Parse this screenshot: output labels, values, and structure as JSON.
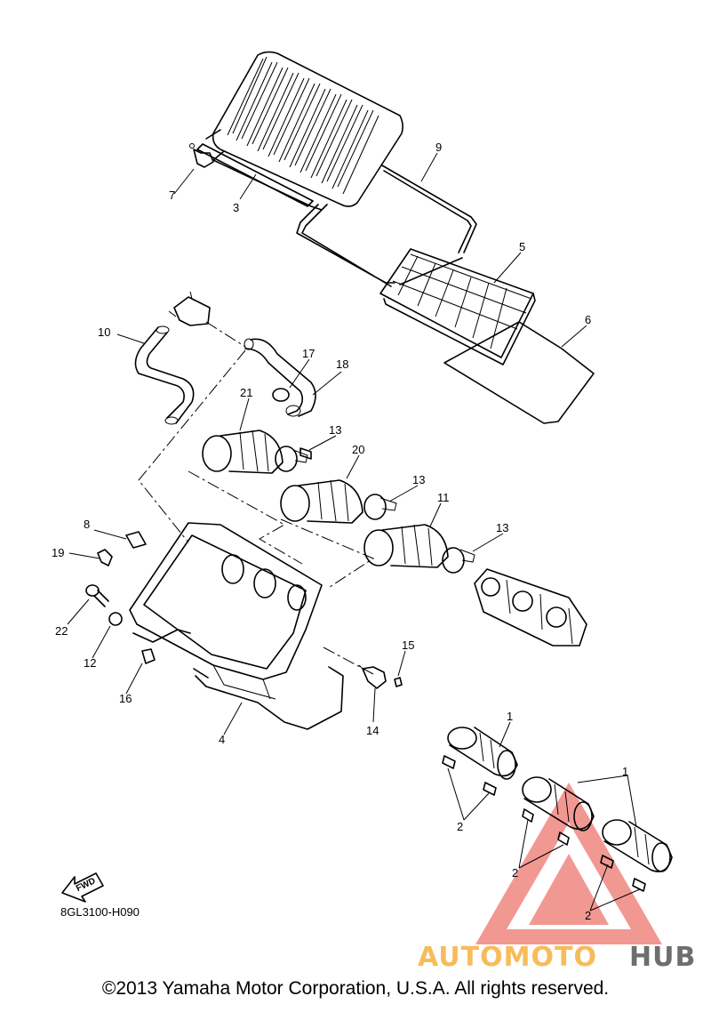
{
  "diagram": {
    "callouts": [
      "1",
      "2",
      "3",
      "4",
      "5",
      "6",
      "7",
      "8",
      "9",
      "10",
      "11",
      "12",
      "13",
      "14",
      "15",
      "16",
      "17",
      "18",
      "19",
      "20",
      "21",
      "22"
    ],
    "drawing_code": "8GL3100-H090",
    "fwd_label": "FWD",
    "copyright": "©2013 Yamaha Motor Corporation, U.S.A. All rights reserved."
  },
  "watermark": {
    "part1": "AUTOMOTO",
    "part2": "HUB",
    "color_red": "#e8453c",
    "color_orange": "#f5a623",
    "color_gray": "#4a4a4a"
  }
}
